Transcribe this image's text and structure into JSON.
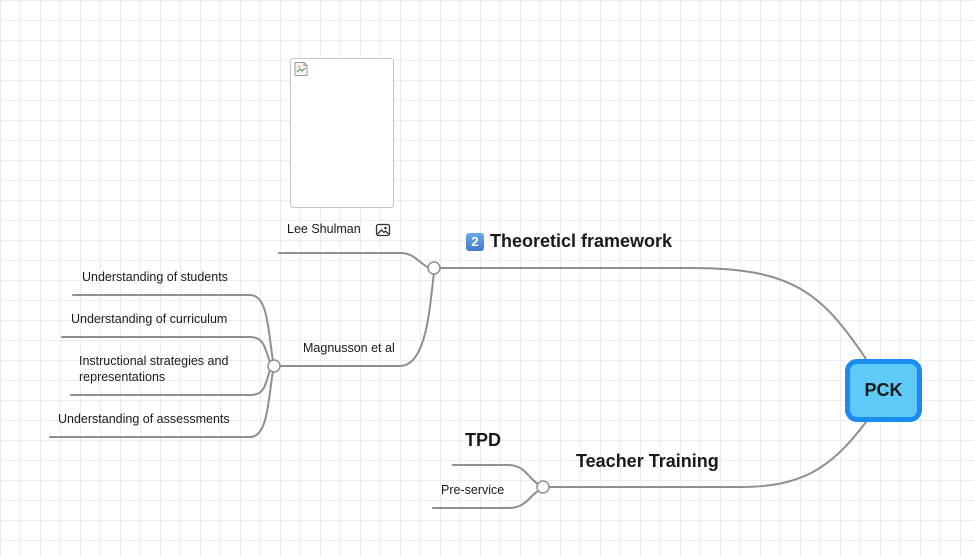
{
  "central_topic": {
    "label": "PCK",
    "fill_color": "#5fc9f8",
    "border_color": "#1a8cf0"
  },
  "branches": {
    "theoretical": {
      "badge": "2",
      "badge_icon": "number-two-keycap-icon",
      "label": "Theoreticl framework",
      "children": {
        "shulman": {
          "label": "Lee Shulman",
          "image_icon": "image-icon",
          "image_placeholder_icon": "broken-image-icon"
        },
        "magnusson": {
          "label": "Magnusson et al",
          "children": [
            "Understanding of students",
            "Understanding of curriculum",
            "Instructional strategies and representations",
            "Understanding of assessments"
          ]
        }
      }
    },
    "training": {
      "label": "Teacher Training",
      "children": {
        "tpd": "TPD",
        "preservice": "Pre-service"
      }
    }
  },
  "colors": {
    "connector": "#8f8f8f",
    "grid": "#ececec",
    "badge": "#4a86d3"
  }
}
